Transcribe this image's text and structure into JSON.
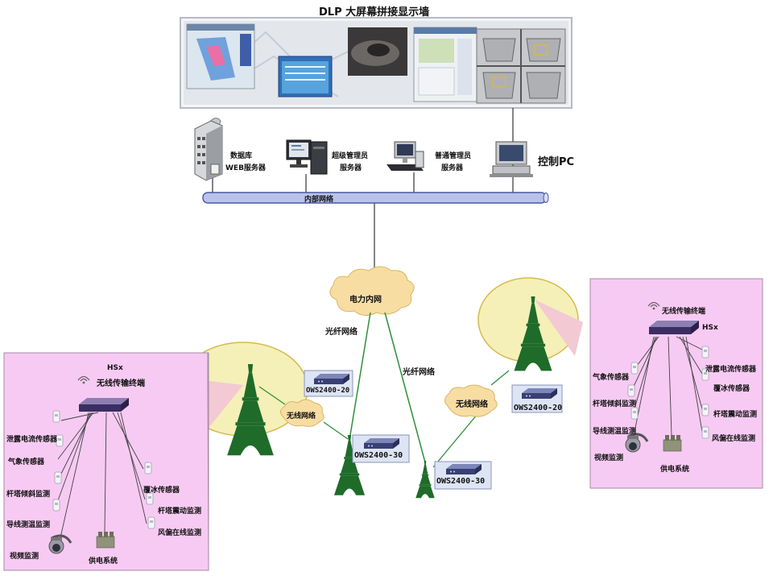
{
  "title": "DLP 大屏幕拼接显示墙",
  "servers": {
    "database": {
      "line1": "数据库",
      "line2": "WEB服务器"
    },
    "super_admin": {
      "line1": "超级管理员",
      "line2": "服务器"
    },
    "normal_admin": {
      "line1": "普通管理员",
      "line2": "服务器"
    },
    "control_pc": "控制PC"
  },
  "network": {
    "internal": "内部网络",
    "power_intranet": "电力内网",
    "fiber_left": "光纤网络",
    "fiber_right": "光纤网络",
    "wireless_left": "无线网络",
    "wireless_right": "无线网络"
  },
  "devices": {
    "ows_left_small": "OWS2400-20",
    "ows_left_tower": "OWS2400-30",
    "ows_right_tower": "OWS2400-30",
    "ows_right_small": "OWS2400-20"
  },
  "left_site": {
    "hsx": "HSx",
    "terminal": "无线传输终端",
    "sensors": {
      "leakage": "泄露电流传感器",
      "weather": "气象传感器",
      "tower_tilt": "杆塔倾斜监测",
      "wire_temp": "导线测温监测",
      "video": "视频监测",
      "power": "供电系统",
      "ice": "覆冰传感器",
      "tower_vibration": "杆塔震动监测",
      "wind_swing": "风偏在线监测"
    }
  },
  "right_site": {
    "hsx": "HSx",
    "terminal": "无线传输终端",
    "sensors": {
      "weather": "气象传感器",
      "tower_tilt": "杆塔倾斜监测",
      "wire_temp": "导线测温监测",
      "video": "视频监测",
      "power": "供电系统",
      "leakage": "泄露电流传感器",
      "ice": "覆冰传感器",
      "tower_vibration": "杆塔震动监测",
      "wind_swing": "风偏在线监测"
    }
  }
}
